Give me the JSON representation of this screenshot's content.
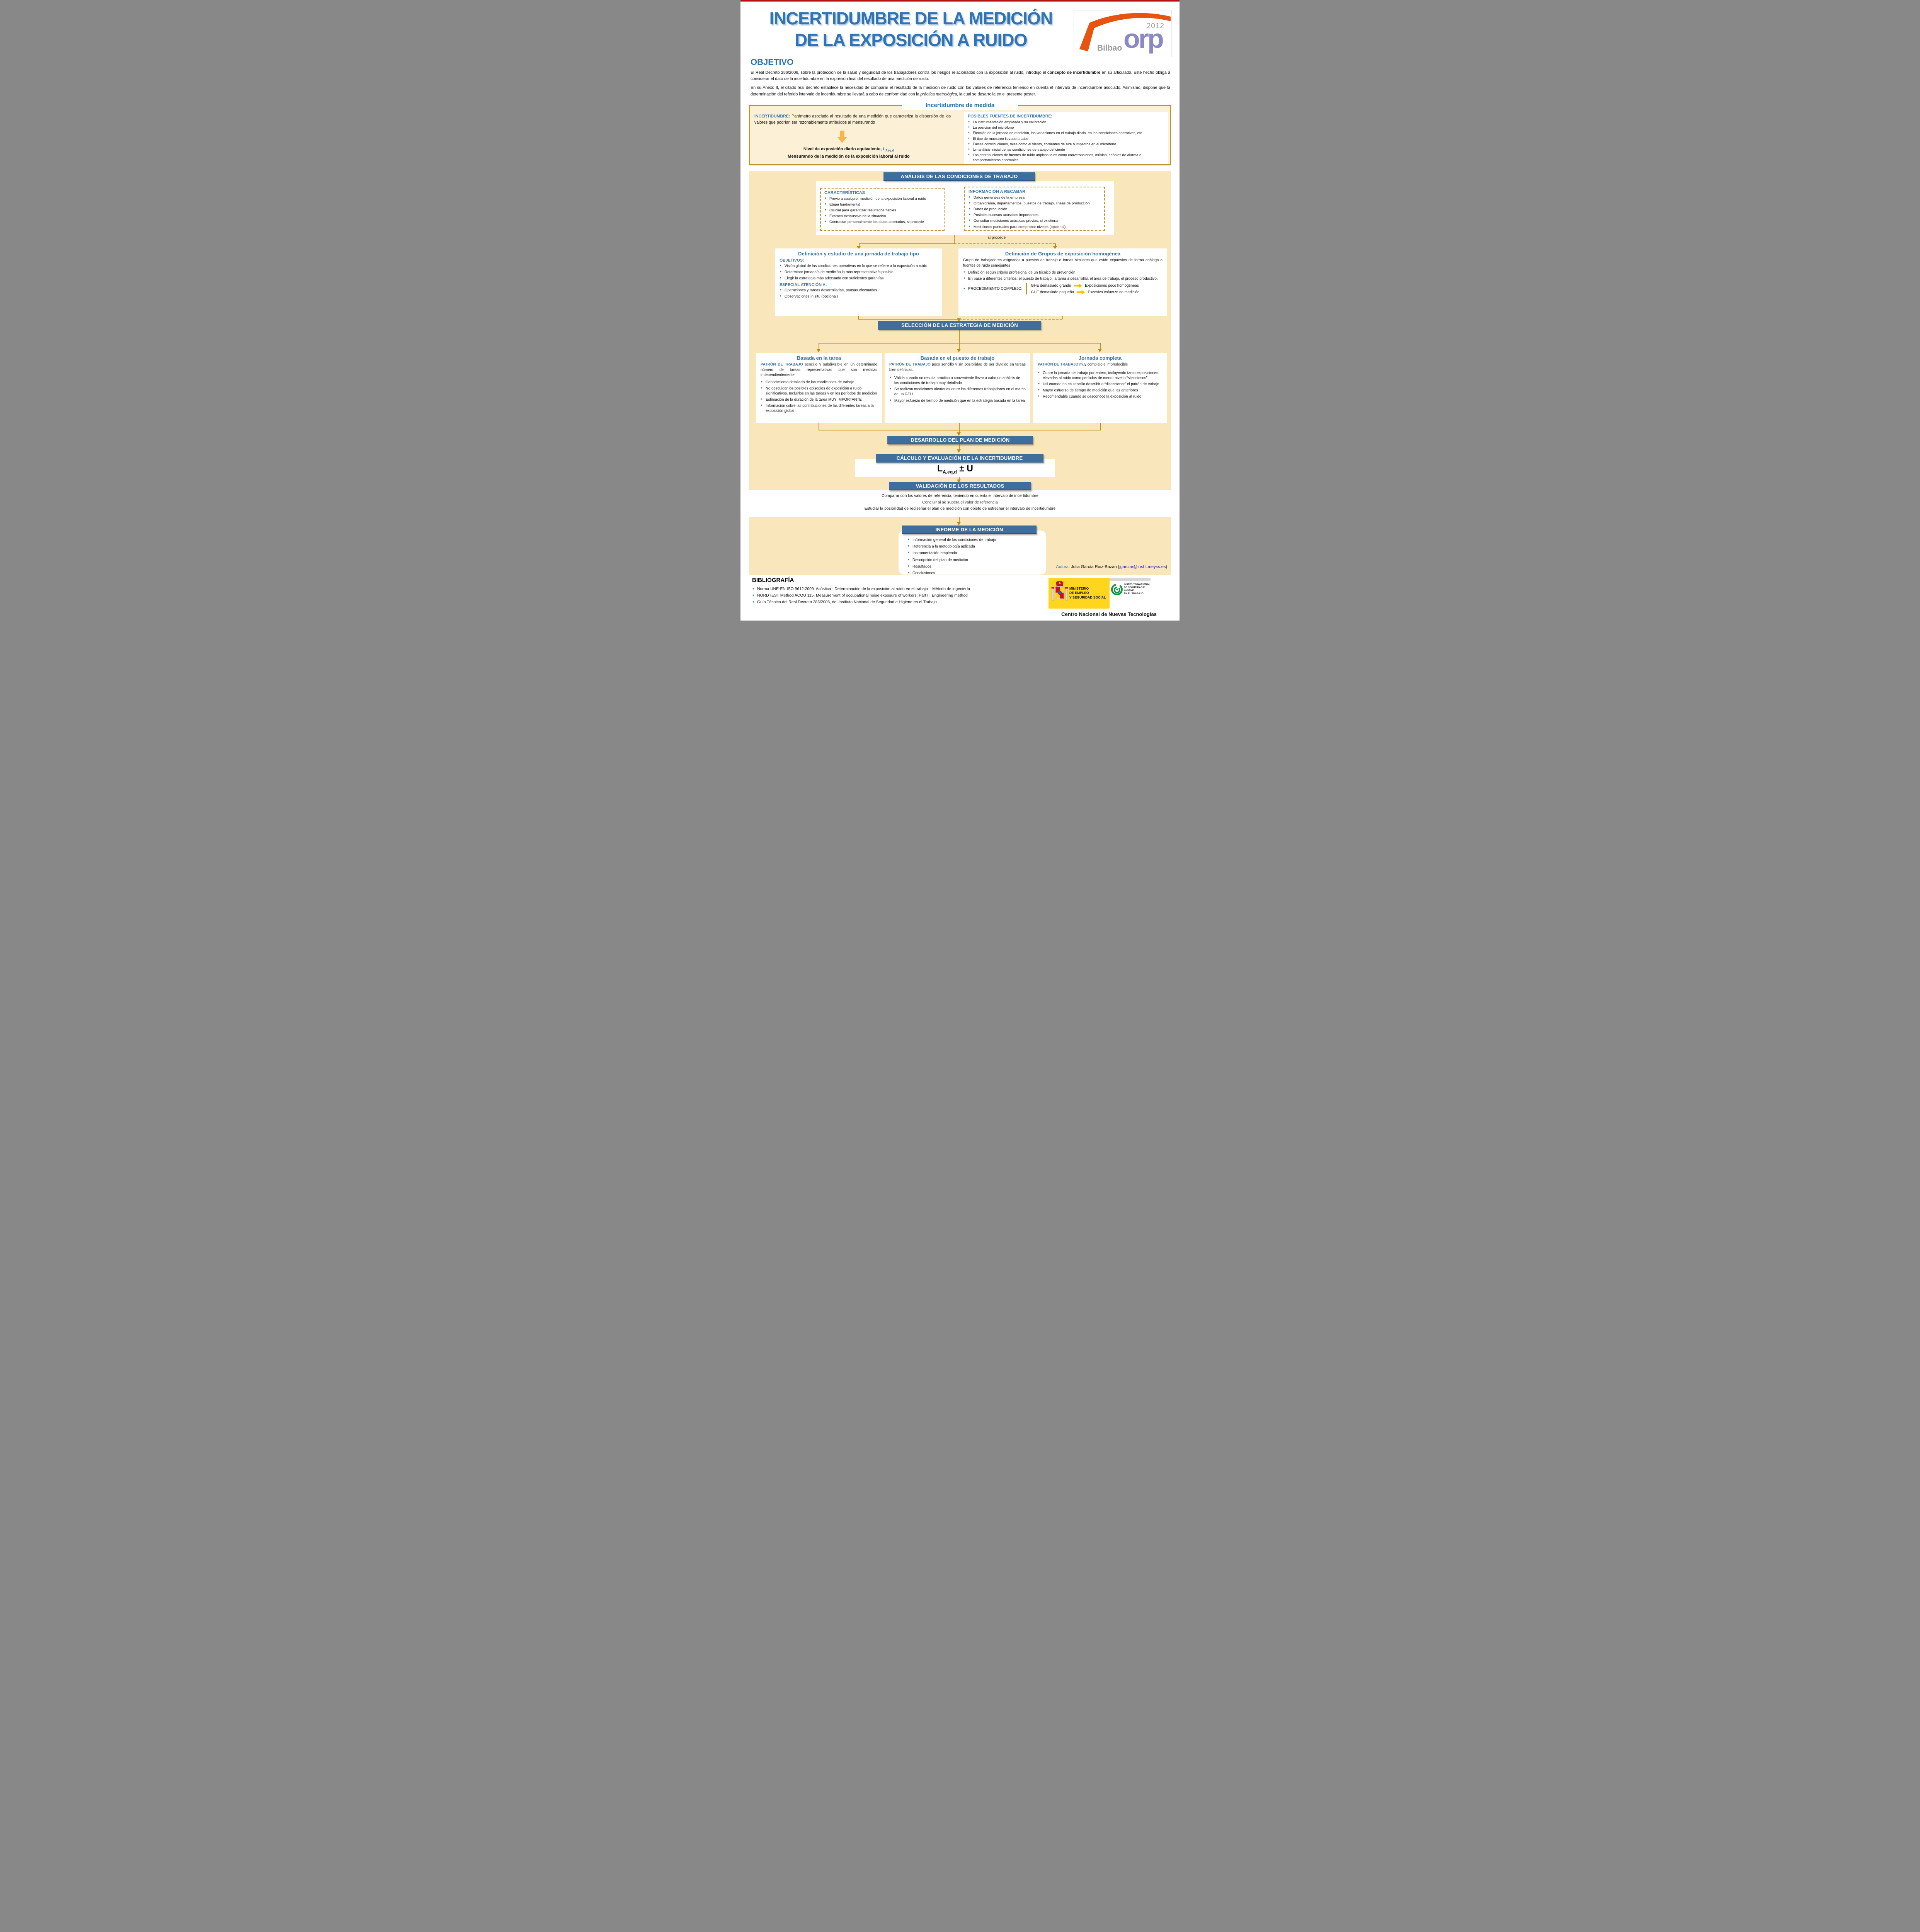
{
  "colors": {
    "banner_blue": "#3E6E9E",
    "heading_blue": "#2E74B6",
    "flow_gold": "#BE8A10",
    "cream_light": "#FCF0D6",
    "cream_panel": "#FAE6BB",
    "block_arrow_orange": "#F9B648",
    "ghe_arrow_yellow": "#FFC000",
    "link_blue": "#2323CC",
    "orp_purple": "#8A89C6",
    "orp_orange": "#E8530F",
    "ministry_yellow": "#FFD51E",
    "insht_green": "#159447",
    "top_line_red": "#B51217"
  },
  "header": {
    "title_line1": "INCERTIDUMBRE DE LA MEDICIÓN",
    "title_line2": "DE LA EXPOSICIÓN A RUIDO",
    "orp": {
      "year": "2012",
      "city": "Bilbao",
      "brand": "orp"
    }
  },
  "objetivo": {
    "heading": "OBJETIVO",
    "p1a": "El Real Decreto 286/2006, sobre la protección de la salud y seguridad de los trabajadores contra los riesgos relacionados con la exposición al ruido, introdujo el ",
    "p1b": "concepto de incertidumbre",
    "p1c": " en su articulado. Este hecho obliga a considerar el dato de la incertidumbre en la expresión final del resultado de una medición de ruido.",
    "p2a": "En su Anexo II, el citado real decreto establece la necesidad de comparar el resultado de la medición de ruido con los valores de referencia teniendo en cuenta el intervalo de incertidumbre asociado. Asimismo, dispone que la determinación del referido intervalo de incertidumbre se llevará a cabo de conformidad con la ",
    "p2b": "práctica metrológica,",
    "p2c": " la cual se desarrolla en el presente poster."
  },
  "medida": {
    "tab": "Incertidumbre de medida",
    "def_label": "INCERTIDUMBRE:",
    "def_text": " Parámetro asociado al resultado de una medición que caracteriza la dispersión de los valores que podrían ser razonablemente atribuidos al mensurando",
    "nivel_pre": "Nivel de exposición diario equivalente, ",
    "nivel_L": "L",
    "nivel_sub": "Aeq,d",
    "mensurando": "Mensurando de la medición de la exposición laboral al ruido",
    "fuentes_heading": "POSIBLES FUENTES DE INCERTIDUMBRE:",
    "fuentes": [
      "La instrumentación empleada y su calibración",
      "La posición del micrófono",
      "Elección de la jornada de medición, las variaciones en el trabajo diario, en las condiciones operativas, etc.",
      "El tipo de muestreo llevado a cabo",
      "Falsas contribuciones, tales como el viento, corrientes de aire o impactos en el micrófono",
      "Un análisis inicial de las condiciones de trabajo deficiente",
      "Las contribuciones de fuentes de ruido atípicas tales como conversaciones, música, señales de alarma o comportamientos anormales"
    ]
  },
  "analisis": {
    "banner": "ANÁLISIS DE LAS CONDICIONES DE TRABAJO",
    "caracteristicas_heading": "CARACTERÍSTICAS",
    "caracteristicas": [
      "Previo a cualquier medición de la exposición laboral a ruido",
      "Etapa fundamental",
      "Crucial para garantizar resultados fiables",
      "Examen exhaustivo de la situación",
      "Contrastar personalmente los datos aportados, si procede"
    ],
    "informacion_heading": "INFORMACIÓN A RECABAR",
    "informacion": [
      "Datos generales de la empresa",
      "Organigrama, departamentos, puestos de trabajo, líneas de producción",
      "Datos de producción",
      "Posibles sucesos acústicos importantes",
      "Consultar mediciones acústicas previas, si existieran",
      "Mediciones puntuales para comprobar niveles (opcional)"
    ],
    "si_procede": "si procede"
  },
  "jornada": {
    "title": "Definición y estudio de una jornada de trabajo tipo",
    "objetivos_heading": "OBJETIVOS:",
    "objetivos": [
      "Visión global de las condiciones operativas en lo que se refiere a la exposición a ruido",
      "Determinar jornada/s de medición lo más representativa/s posible",
      "Elegir la estrategia más adecuada con suficientes garantías"
    ],
    "especial_heading": "ESPECIAL ATENCIÓN A:",
    "especial": [
      "Operaciones y tareas desarrolladas, pausas efectuadas",
      "Observaciones in situ (opcional)"
    ]
  },
  "grupos": {
    "title": "Definición de Grupos de exposición homogénea",
    "intro": "Grupo de trabajadores asignados a puestos de trabajo o tareas similares que están expuestos de forma análoga a fuentes de ruido semejantes",
    "items": [
      "Definición según criterio profesional de un técnico de prevención",
      "En base a diferentes criterios: el puesto de trabajo, la tarea a desarrollar, el área de trabajo,  el proceso productivo."
    ],
    "proc_label": "PROCEDIMIENTO  COMPLEJO:",
    "ghe": [
      {
        "cond": "GHE demasiado grande",
        "result": "Exposiciones poco homogéneas"
      },
      {
        "cond": "GHE demasiado pequeño",
        "result": "Excesivo esfuerzo de medición"
      }
    ]
  },
  "seleccion_banner": "SELECCIÓN DE LA ESTRATEGIA DE MEDICIÓN",
  "estrategias": [
    {
      "title": "Basada en la tarea",
      "patron": "PATRÓN DE TRABAJO",
      "rest": " sencillo y subdivisible en un determinado número de tareas representativas que son medidas independientemente",
      "items": [
        "Conocimiento  detallado de las condiciones de trabajo",
        "No descuidar los posibles episodios de exposición a ruido significativos. Incluirlos en las tareas y en los períodos de medición",
        "Estimación de la duración de la tarea MUY IMPORTANTE",
        "Información sobre las contribuciones de las diferentes tareas a la exposición global"
      ]
    },
    {
      "title": "Basada en el puesto de trabajo",
      "patron": "PATRÓN DE TRABAJO",
      "rest": " poco sencillo y sin posibilidad de ser dividido en tareas bien definidas.",
      "items": [
        "Válida cuando no resulta práctico o conveniente  llevar a cabo un análisis de las condiciones de trabajo muy detallado",
        "Se realizan mediciones aleatorias entre los diferentes trabajadores en el marco de un GEH",
        "Mayor esfuerzo de tiempo de medición que en la estrategia basada en la tarea"
      ]
    },
    {
      "title": "Jornada completa",
      "patron": "PATRÓN DE TRABAJO",
      "rest": " muy complejo e impredecible",
      "items": [
        "Cubre la jornada de trabajo por entero, incluyendo tanto exposiciones elevadas al ruido como períodos de menor nivel o “silenciosos”",
        "Útil cuando no es sencillo describir o “diseccionar” el patrón de trabajo",
        "Mayor esfuerzo de tiempo de medición que las anteriores",
        "Recomendable cuando se desconoce la exposición al ruido"
      ]
    }
  ],
  "desarrollo_banner": "DESARROLLO DEL PLAN DE MEDICIÓN",
  "calculo_banner": "CÁLCULO Y EVALUACIÓN DE LA INCERTIDUMBRE",
  "formula": {
    "base": "L",
    "sub": "A,eq,d",
    "op": " ± ",
    "u": "U"
  },
  "validacion": {
    "banner": "VALIDACIÓN DE LOS RESULTADOS",
    "lines": [
      "Comparar con los valores de referencia, teniendo en cuenta el intervalo de incertidumbre",
      "Concluir si se supera el valor de referencia",
      "Estudiar la posibilidad de rediseñar el plan de medición con objeto de estrechar el intervalo de incertidumbre"
    ]
  },
  "informe": {
    "banner": "INFORME DE LA MEDICIÓN",
    "items": [
      "Información general de las condiciones de trabajo",
      "Referencia a la metodología aplicada",
      "Instrumentación empleada",
      "Descripción del plan de medición",
      "Resultados",
      "Conclusiones"
    ]
  },
  "autora": {
    "label": "Autora:",
    "name": " Julia García Ruiz-Bazán ",
    "open": "(",
    "email": "jgarciar@insht.meyss.es",
    "close": ")"
  },
  "bibliografia": {
    "heading": "BIBLIOGRAFÍA",
    "items": [
      "Norma UNE-EN ISO 9612:2009. Acústica - Determinación de la exposición al ruido en el trabajo – Método de ingeniería",
      "NORDTEST Method ACOU 115. Measurement of occupational noise exposure of workers: Part II: Engineering method",
      "Guía Técnica del Real Decreto 286/2006, del Instituto Nacional de Seguridad e Higiene en el Trabajo"
    ]
  },
  "logos": {
    "ministerio": [
      "MINISTERIO",
      "DE EMPLEO",
      "Y SEGURIDAD SOCIAL"
    ],
    "insht": [
      "INSTITUTO NACIONAL",
      "DE SEGURIDAD E HIGIENE",
      "EN EL TRABAJO"
    ],
    "centro": "Centro Nacional de Nuevas Tecnologías"
  }
}
